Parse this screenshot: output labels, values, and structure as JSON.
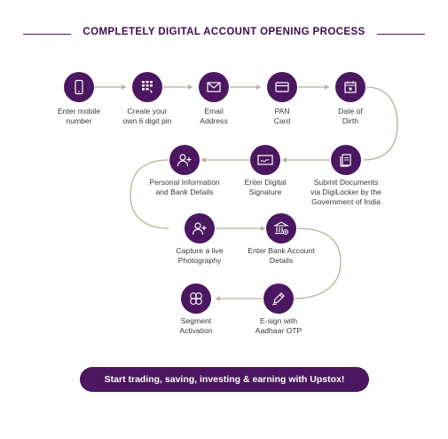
{
  "title": "COMPLETELY DIGITAL ACCOUNT OPENING PROCESS",
  "steps": [
    {
      "id": "mobile",
      "label": "Enter mobile\nnumber",
      "icon": "mobile-phone-icon"
    },
    {
      "id": "pin",
      "label": "Create your\nown 6 digit pin",
      "icon": "keypad-icon"
    },
    {
      "id": "email",
      "label": "Email\nAddress",
      "icon": "envelope-icon"
    },
    {
      "id": "pan",
      "label": "PAN\nCard",
      "icon": "card-icon"
    },
    {
      "id": "dob",
      "label": "Date of\nDirth",
      "icon": "calendar-icon"
    },
    {
      "id": "submit",
      "label": "Submit Documents\nvia DigiLocker by the\nGovernment of India",
      "icon": "documents-icon"
    },
    {
      "id": "signature",
      "label": "Enter Digital\nSignature",
      "icon": "signature-icon"
    },
    {
      "id": "personal",
      "label": "Personal Information\nand Bank Details",
      "icon": "add-user-icon"
    },
    {
      "id": "photo",
      "label": "Capture a live\nPhotography",
      "icon": "add-user-icon"
    },
    {
      "id": "bank",
      "label": "Enter Bank Account\nDetails",
      "icon": "bank-icon"
    },
    {
      "id": "esign",
      "label": "E-sign with\nAadhaar OTP",
      "icon": "pen-icon"
    },
    {
      "id": "segment",
      "label": "Segment\nActivation",
      "icon": "segments-icon"
    }
  ],
  "cta_label": "Start trading, saving, investing & earning with Upstox!",
  "colors": {
    "accent": "#4b1760",
    "connector": "#b5b09a",
    "text": "#3a3a3a"
  }
}
